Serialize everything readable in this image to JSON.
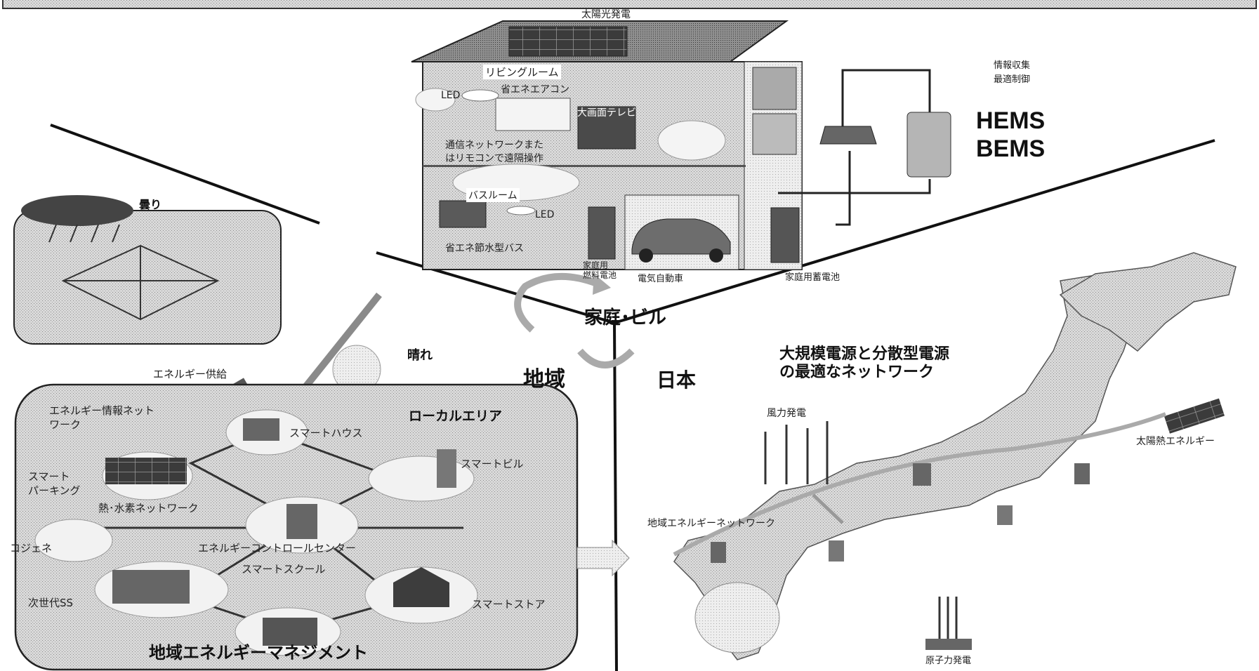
{
  "header": {
    "solar": "太陽光発電"
  },
  "house": {
    "living_room": "リビングルーム",
    "aircon": "省エネエアコン",
    "led_top": "LED",
    "tv": "大画面テレビ",
    "network_remote_1": "通信ネットワークまた",
    "network_remote_2": "はリモコンで遠隔操作",
    "bathroom": "バスルーム",
    "led_bottom": "LED",
    "bath": "省エネ節水型バス",
    "fuel_cell_1": "家庭用",
    "fuel_cell_2": "燃料電池",
    "ev": "電気自動車",
    "battery": "家庭用蓄電池"
  },
  "hems": {
    "info_1": "情報収集",
    "info_2": "最適制御",
    "line1": "HEMS",
    "line2": "BEMS"
  },
  "center": {
    "home_building": "家庭･ビル",
    "region": "地域",
    "japan": "日本"
  },
  "left": {
    "cloudy": "曇り",
    "sunny": "晴れ",
    "energy_supply": "エネルギー供給",
    "info_network_1": "エネルギー情報ネット",
    "info_network_2": "ワーク",
    "local_area": "ローカルエリア",
    "smart_house": "スマートハウス",
    "smart_building": "スマートビル",
    "smart_parking_1": "スマート",
    "smart_parking_2": "パーキング",
    "hydrogen_network": "熱･水素ネットワーク",
    "cogeneration": "コジェネ",
    "control_center": "エネルギーコントロールセンター",
    "smart_school": "スマートスクール",
    "next_gen_ss": "次世代SS",
    "smart_store": "スマートストア",
    "title": "地域エネルギーマネジメント"
  },
  "right": {
    "network_title_1": "大規模電源と分散型電源",
    "network_title_2": "の最適なネットワーク",
    "wind": "風力発電",
    "solar_thermal": "太陽熱エネルギー",
    "regional_network": "地域エネルギーネットワーク",
    "nuclear": "原子力発電"
  }
}
